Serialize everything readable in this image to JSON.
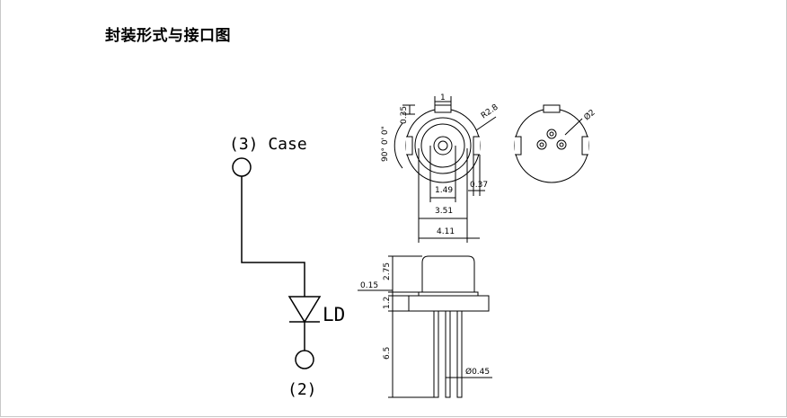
{
  "title": "封装形式与接口图",
  "schematic": {
    "pin3_label": "(3) Case",
    "pin2_label": "(2)",
    "diode_label": "LD"
  },
  "front_view": {
    "dim_top_width": "1",
    "dim_notch_depth": "0.35",
    "dim_radius": "R2.8",
    "dim_angle": "90° 0' 0\"",
    "dim_inner": "1.49",
    "dim_gap": "0.37",
    "dim_mid": "3.51",
    "dim_outer": "4.11"
  },
  "back_view": {
    "dim_pin_circle": "Ø2"
  },
  "side_view": {
    "dim_cap_height": "2.75",
    "dim_flange": "0.15",
    "dim_base": "1.2",
    "dim_lead_length": "6.5",
    "dim_lead_dia": "Ø0.45"
  }
}
